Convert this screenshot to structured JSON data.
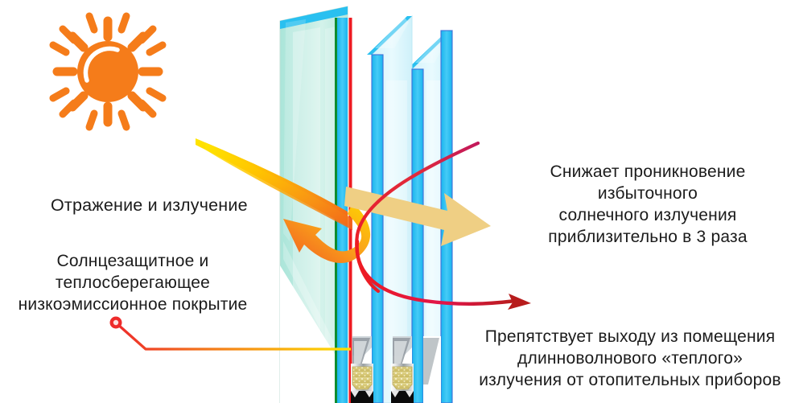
{
  "diagram": {
    "title": "Energy-efficient glazing unit cross-section",
    "language": "ru"
  },
  "captions": {
    "reflection": "Отражение и излучение",
    "coating": "Солнцезащитное и\nтеплосберегающее\nнизкоэмиссионное покрытие",
    "reduce_solar": "Снижает проникновение\nизбыточного\nсолнечного излучения\nприблизительно  в 3 раза",
    "block_heat": "Препятствует выходу из помещения\nдлинноволнового «теплого»\nизлучения от отопительных приборов"
  },
  "icons": {
    "sun": "sun-icon",
    "incoming_beam": "incoming-solar-beam-arrow",
    "reflected_beam": "reflected-solar-arrow",
    "transmitted_beam": "transmitted-solar-arrow",
    "heat_curve": "longwave-heat-reflection-curve",
    "coating_marker": "coating-marker-dot",
    "leader_line": "coating-leader-line"
  },
  "colors": {
    "sun_orange": "#F57C1A",
    "beam_yellow": "#FFD400",
    "beam_orange": "#F47A14",
    "transmitted_yellow": "#F2D491",
    "heat_red": "#EE1B22",
    "heat_magenta": "#D81B60",
    "glass_blue_edge": "#29C0F0",
    "glass_blue_outline": "#3F6FD8",
    "glass_teal_fill": "#AEE6DA",
    "glass_light_fill": "#D8F4FB",
    "coating_green": "#118A2E",
    "coating_red": "#EE1B22",
    "spacer_gray": "#B9BDC0",
    "desiccant_yellow": "#DCCE83",
    "sealant_black": "#0B0B0B",
    "text": "#1b1b1b"
  },
  "panes": [
    {
      "name": "outer-coated-pane",
      "fill": "#AEE6DA",
      "has_low_e_coating": true
    },
    {
      "name": "middle-pane",
      "fill": "#D8F4FB",
      "has_low_e_coating": false
    },
    {
      "name": "inner-pane",
      "fill": "#D8F4FB",
      "has_low_e_coating": false
    }
  ],
  "spacers": [
    {
      "name": "spacer-bar-1",
      "fill_label": "desiccant"
    },
    {
      "name": "spacer-bar-2",
      "fill_label": "desiccant"
    }
  ]
}
